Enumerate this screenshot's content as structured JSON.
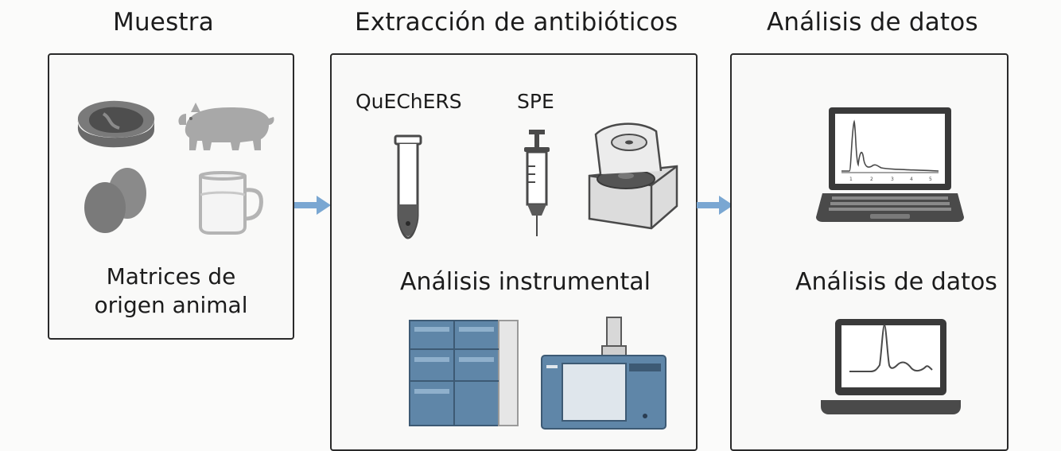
{
  "stages": {
    "sample": {
      "title": "Muestra",
      "caption_line1": "Matrices de",
      "caption_line2": "origen animal",
      "icons": [
        "meat-icon",
        "pig-icon",
        "eggs-icon",
        "milk-mug-icon"
      ]
    },
    "extraction": {
      "title": "Extracción de antibióticos",
      "method_quechers": "QuEChERS",
      "method_spe": "SPE",
      "instrumental_title": "Análisis instrumental",
      "icons": [
        "centrifuge-tube-icon",
        "syringe-icon",
        "centrifuge-icon",
        "lc-system-icon",
        "mass-spectrometer-icon"
      ]
    },
    "analysis": {
      "title": "Análisis de datos",
      "subtitle": "Análisis de datos",
      "laptop_axis_labels": [
        "1",
        "2",
        "3",
        "4",
        "5"
      ],
      "icons": [
        "laptop-chromatogram-icon",
        "monitor-peak-icon"
      ]
    }
  },
  "colors": {
    "arrow": "#7aa7d2",
    "icon_gray": "#6e6e6e",
    "icon_light": "#b9b9b9",
    "instrument_blue": "#5f86a8"
  }
}
